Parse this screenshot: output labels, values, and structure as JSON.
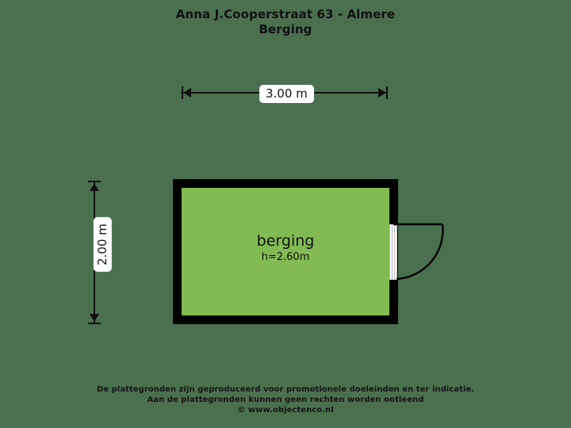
{
  "title": {
    "line1": "Anna J.Cooperstraat 63 - Almere",
    "line2": "Berging"
  },
  "colors": {
    "background": "#4a7050",
    "room_fill": "#82bb54",
    "wall": "#000000",
    "text": "#111111",
    "label_background": "#ffffff"
  },
  "dimensions": {
    "width_label": "3.00 m",
    "height_label": "2.00 m"
  },
  "room": {
    "name": "berging",
    "ceiling_height": "h=2.60m"
  },
  "footer": {
    "line1": "De plattegronden zijn geproduceerd voor promotionele doeleinden en ter indicatie.",
    "line2": "Aan de plattegronden kunnen geen rechten worden ontleend",
    "line3": "© www.objectenco.nl"
  }
}
